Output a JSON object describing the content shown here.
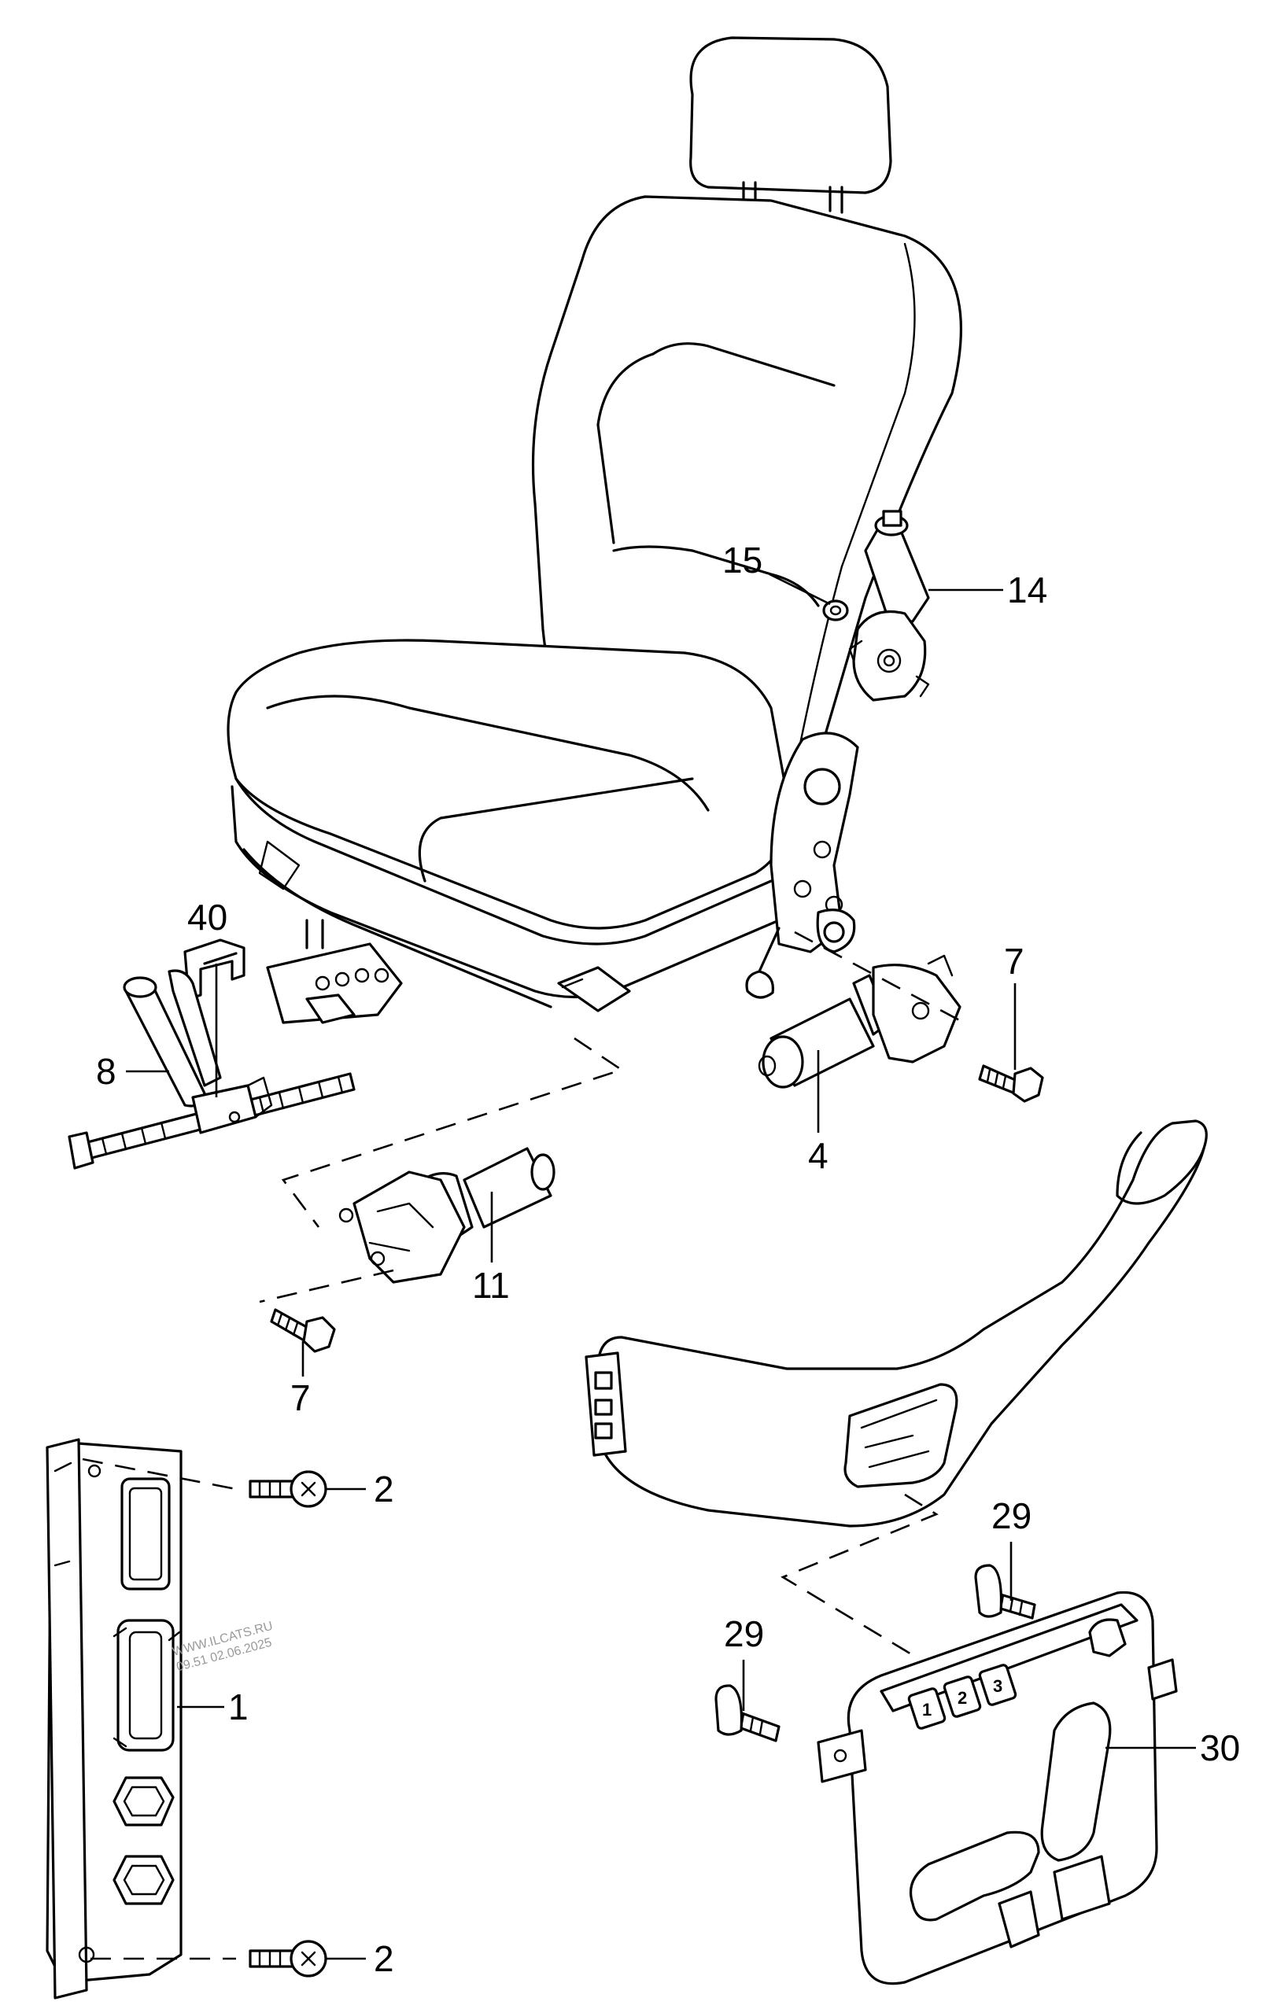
{
  "callouts": {
    "c15": "15",
    "c14": "14",
    "c40": "40",
    "c8": "8",
    "c7a": "7",
    "c4": "4",
    "c11": "11",
    "c7b": "7",
    "c2a": "2",
    "c1": "1",
    "c2b": "2",
    "c29a": "29",
    "c29b": "29",
    "c30": "30"
  },
  "switch_keys": [
    "1",
    "2",
    "3"
  ],
  "watermark": {
    "line1": "WWW.ILCATS.RU",
    "line2": "09.51 02.06.2025"
  }
}
